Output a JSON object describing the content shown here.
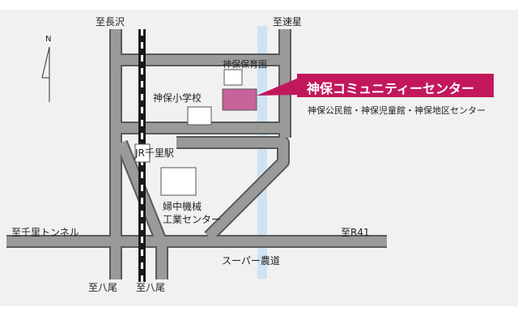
{
  "map": {
    "north_label": "N",
    "destinations": {
      "to_nagasawa": "至長沢",
      "to_hayahoshi": "至速星",
      "to_chisato_tunnel": "至千里トンネル",
      "to_r41": "至R41",
      "to_yao_1": "至八尾",
      "to_yao_2": "至八尾"
    },
    "facilities": {
      "nursery": "神保保育園",
      "elementary_school": "神保小学校",
      "station": "JR千里駅",
      "factory_line1": "婦中機械",
      "factory_line2": "工業センター"
    },
    "road_name": "スーパー農道",
    "target": {
      "name": "神保コミュニティーセンター",
      "subtitle": "神保公民館・神保児童館・神保地区センター",
      "color": "#c2185b"
    },
    "colors": {
      "road": "#9a9a9a",
      "road_edge": "#5a5a5a",
      "river": "#cfe3f4",
      "rail": "#1a1a1a",
      "background": "#f1f1f1"
    }
  }
}
